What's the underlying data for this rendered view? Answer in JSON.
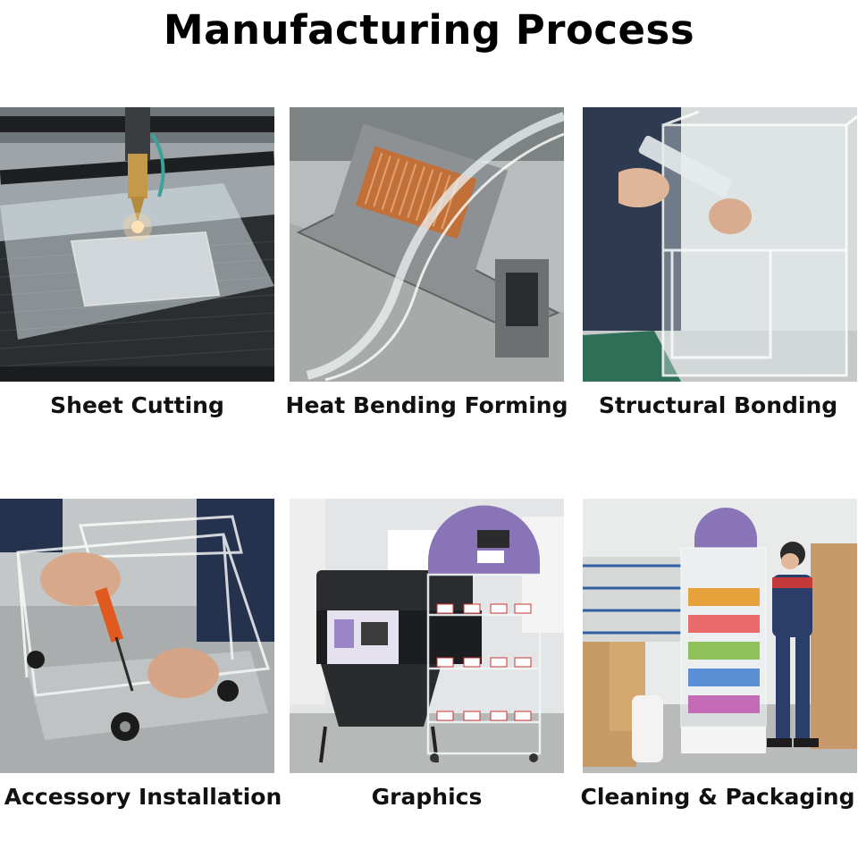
{
  "title": "Manufacturing Process",
  "steps": [
    {
      "label": "Sheet Cutting"
    },
    {
      "label": "Heat Bending Forming"
    },
    {
      "label": "Structural Bonding"
    },
    {
      "label": "Accessory Installation"
    },
    {
      "label": "Graphics"
    },
    {
      "label": "Cleaning & Packaging"
    }
  ],
  "colors": {
    "title_text": "#000000",
    "caption_text": "#111111",
    "background": "#ffffff",
    "graphics_accent": "#8a74b8"
  },
  "icons": [
    "laser-cutter-photo",
    "heat-bender-photo",
    "bonding-syringe-photo",
    "screwdriver-caster-photo",
    "wide-format-printer-photo",
    "packed-display-stand-photo"
  ]
}
